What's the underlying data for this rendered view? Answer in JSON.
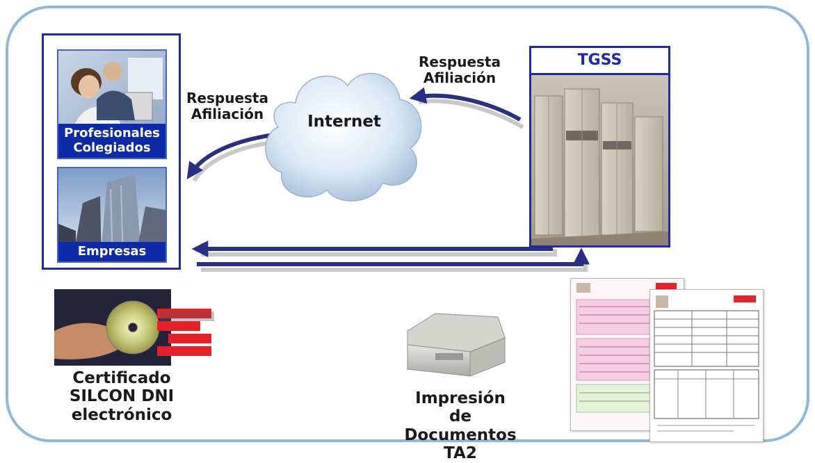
{
  "left_panel": {
    "professionals_label_line1": "Profesionales",
    "professionals_label_line2": "Colegiados",
    "companies_label": "Empresas"
  },
  "cloud": {
    "label": "Internet"
  },
  "arrows": {
    "response_left_line1": "Respuesta",
    "response_left_line2": "Afiliación",
    "response_right_line1": "Respuesta",
    "response_right_line2": "Afiliación"
  },
  "server": {
    "title": "TGSS"
  },
  "certificate": {
    "line1": "Certificado",
    "line2": "SILCON DNI",
    "line3": "electrónico"
  },
  "printing": {
    "line1": "Impresión",
    "line2": "de Documentos TA2"
  },
  "colors": {
    "frame_border": "#8fb8dc",
    "panel_border": "#1e2aa8",
    "caption_bg": "#0f2aa8",
    "arrow": "#2a2f86",
    "logo_red": "#e8202a"
  }
}
